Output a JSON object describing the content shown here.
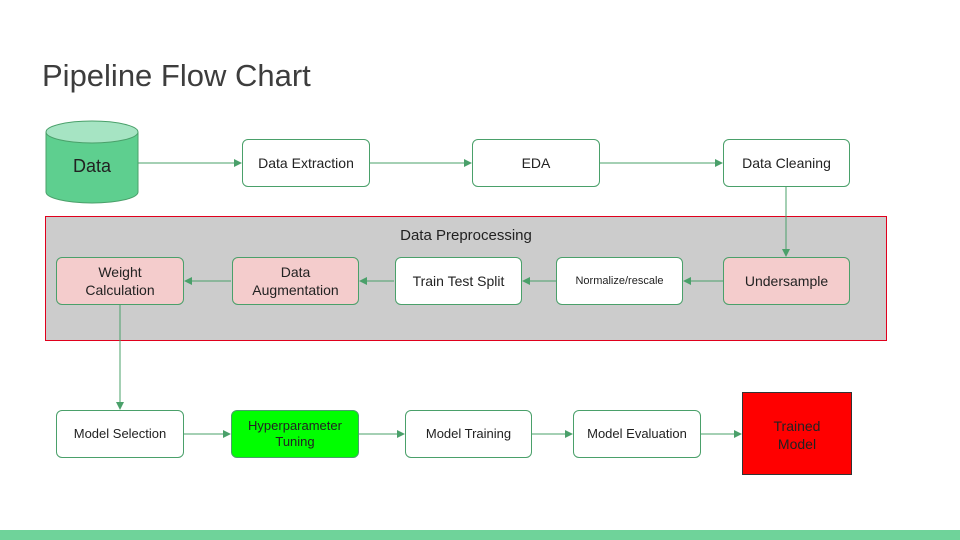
{
  "slide": {
    "title": "Pipeline Flow Chart"
  },
  "colors": {
    "node_border": "#4aa06a",
    "arrow": "#4aa06a",
    "pink_fill": "#f4cccc",
    "group_fill": "#cccccc",
    "group_border": "#e0001c",
    "highlight_green": "#00ff00",
    "result_red": "#ff0000",
    "db_fill": "#5ecf8f",
    "db_top": "#a6e4c3",
    "footer": "#6fd39a"
  },
  "database": {
    "label": "Data",
    "icon": "database-cylinder-icon"
  },
  "group": {
    "label": "Data Preprocessing"
  },
  "nodes": {
    "data_extraction": "Data Extraction",
    "eda": "EDA",
    "data_cleaning": "Data Cleaning",
    "undersample": "Undersample",
    "normalize": "Normalize/rescale",
    "train_test_split": "Train Test Split",
    "data_augmentation": "Data\nAugmentation",
    "weight_calculation": "Weight\nCalculation",
    "model_selection": "Model Selection",
    "hyperparameter_tuning": "Hyperparameter\nTuning",
    "model_training": "Model Training",
    "model_evaluation": "Model Evaluation",
    "trained_model": "Trained\nModel"
  }
}
